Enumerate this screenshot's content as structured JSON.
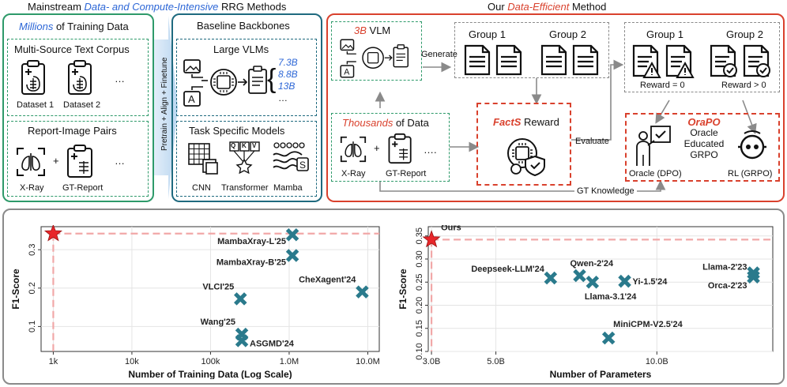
{
  "colors": {
    "green": "#2e9a6a",
    "teal": "#1f6a7f",
    "red": "#d9412d",
    "blue": "#2c66d6",
    "marker": "#2a7a8c",
    "star": "#e8262a",
    "grey": "#8a8a8a"
  },
  "mainstream": {
    "title_pre": "Mainstream ",
    "title_accent": "Data- and Compute-Intensive",
    "title_post": " RRG Methods",
    "millions_accent": "Millions",
    "millions_rest": " of Training Data",
    "corpus_title": "Multi-Source Text Corpus",
    "dataset1": "Dataset 1",
    "dataset2": "Dataset 2",
    "ellipsis": "…",
    "pairs_title": "Report-Image Pairs",
    "xray": "X-Ray",
    "gtreport": "GT-Report",
    "plus": "+"
  },
  "arrow_label": "Pretrain + Align + Finetune",
  "baseline": {
    "title": "Baseline Backbones",
    "vlm_title": "Large VLMs",
    "sizes": [
      "7.3B",
      "8.8B",
      "13B",
      "…"
    ],
    "task_title": "Task Specific Models",
    "models": [
      "CNN",
      "Transformer",
      "Mamba"
    ],
    "qkv": [
      "Q",
      "K",
      "V"
    ]
  },
  "ours": {
    "title_pre": "Our ",
    "title_accent": "Data-Efficient",
    "title_post": " Method",
    "vlm_accent": "3B",
    "vlm_rest": " VLM",
    "generate": "Generate",
    "group1": "Group 1",
    "group2": "Group 2",
    "reward0": "Reward = 0",
    "reward_pos": "Reward > 0",
    "thousands_accent": "Thousands",
    "thousands_rest": " of Data",
    "xray": "X-Ray",
    "gtreport": "GT-Report",
    "plus": "+",
    "ellipsis": "….",
    "facts_accent": "FactS",
    "facts_rest": " Reward",
    "evaluate": "Evaluate",
    "orapo": "OraPO",
    "orapo_desc": [
      "Oracle",
      "Educated",
      "GRPO"
    ],
    "oracle": "Oracle (DPO)",
    "rl": "RL (GRPO)",
    "gt_knowledge": "GT Knowledge"
  },
  "chart_data": [
    {
      "type": "scatter",
      "xscale": "log",
      "xlabel": "Number of Training Data (Log Scale)",
      "ylabel": "F1-Score",
      "xlim": [
        700,
        14000000
      ],
      "ylim": [
        0.035,
        0.36
      ],
      "xticks": [
        1000,
        10000,
        100000,
        1000000,
        10000000
      ],
      "xtick_labels": [
        "1k",
        "10k",
        "100k",
        "1.0M",
        "10.0M"
      ],
      "yticks": [
        0.1,
        0.2,
        0.3
      ],
      "ytick_labels": [
        "0.1",
        "0.2",
        "0.3"
      ],
      "grid": true,
      "reference": {
        "x": 1000,
        "y": 0.342
      },
      "points": [
        {
          "label": "Ours",
          "x": 1000,
          "y": 0.342,
          "marker": "star"
        },
        {
          "label": "MambaXray-L'25",
          "x": 1100000,
          "y": 0.339,
          "marker": "x"
        },
        {
          "label": "MambaXray-B'25",
          "x": 1100000,
          "y": 0.285,
          "marker": "x"
        },
        {
          "label": "CheXagent'24",
          "x": 8500000,
          "y": 0.19,
          "marker": "x"
        },
        {
          "label": "VLCI'25",
          "x": 240000,
          "y": 0.172,
          "marker": "x"
        },
        {
          "label": "Wang'25",
          "x": 250000,
          "y": 0.08,
          "marker": "x"
        },
        {
          "label": "ASGMD'24",
          "x": 250000,
          "y": 0.063,
          "marker": "x"
        }
      ]
    },
    {
      "type": "scatter",
      "xlabel": "Number of Parameters",
      "ylabel": "F1-Score",
      "xlim": [
        2.9,
        13.6
      ],
      "ylim": [
        0.1,
        0.37
      ],
      "xticks": [
        3,
        5,
        10
      ],
      "xtick_labels": [
        "3.0B",
        "5.0B",
        "10.0B"
      ],
      "yticks": [
        0.1,
        0.15,
        0.2,
        0.25,
        0.3,
        0.35
      ],
      "ytick_labels": [
        "0.10",
        "0.15",
        "0.20",
        "0.25",
        "0.30",
        "0.35"
      ],
      "grid": true,
      "reference": {
        "x": 3,
        "y": 0.342
      },
      "points": [
        {
          "label": "Ours",
          "x": 3,
          "y": 0.342,
          "marker": "star"
        },
        {
          "label": "Deepseek-LLM'24",
          "x": 6.7,
          "y": 0.259,
          "marker": "x"
        },
        {
          "label": "Qwen-2'24",
          "x": 7.6,
          "y": 0.264,
          "marker": "x"
        },
        {
          "label": "Llama-3.1'24",
          "x": 8.0,
          "y": 0.25,
          "marker": "x"
        },
        {
          "label": "Yi-1.5'24",
          "x": 9.0,
          "y": 0.252,
          "marker": "x"
        },
        {
          "label": "MiniCPM-V2.5'24",
          "x": 8.5,
          "y": 0.129,
          "marker": "x"
        },
        {
          "label": "Llama-2'23",
          "x": 13.0,
          "y": 0.27,
          "marker": "x"
        },
        {
          "label": "Orca-2'23",
          "x": 13.0,
          "y": 0.261,
          "marker": "x"
        }
      ]
    }
  ]
}
